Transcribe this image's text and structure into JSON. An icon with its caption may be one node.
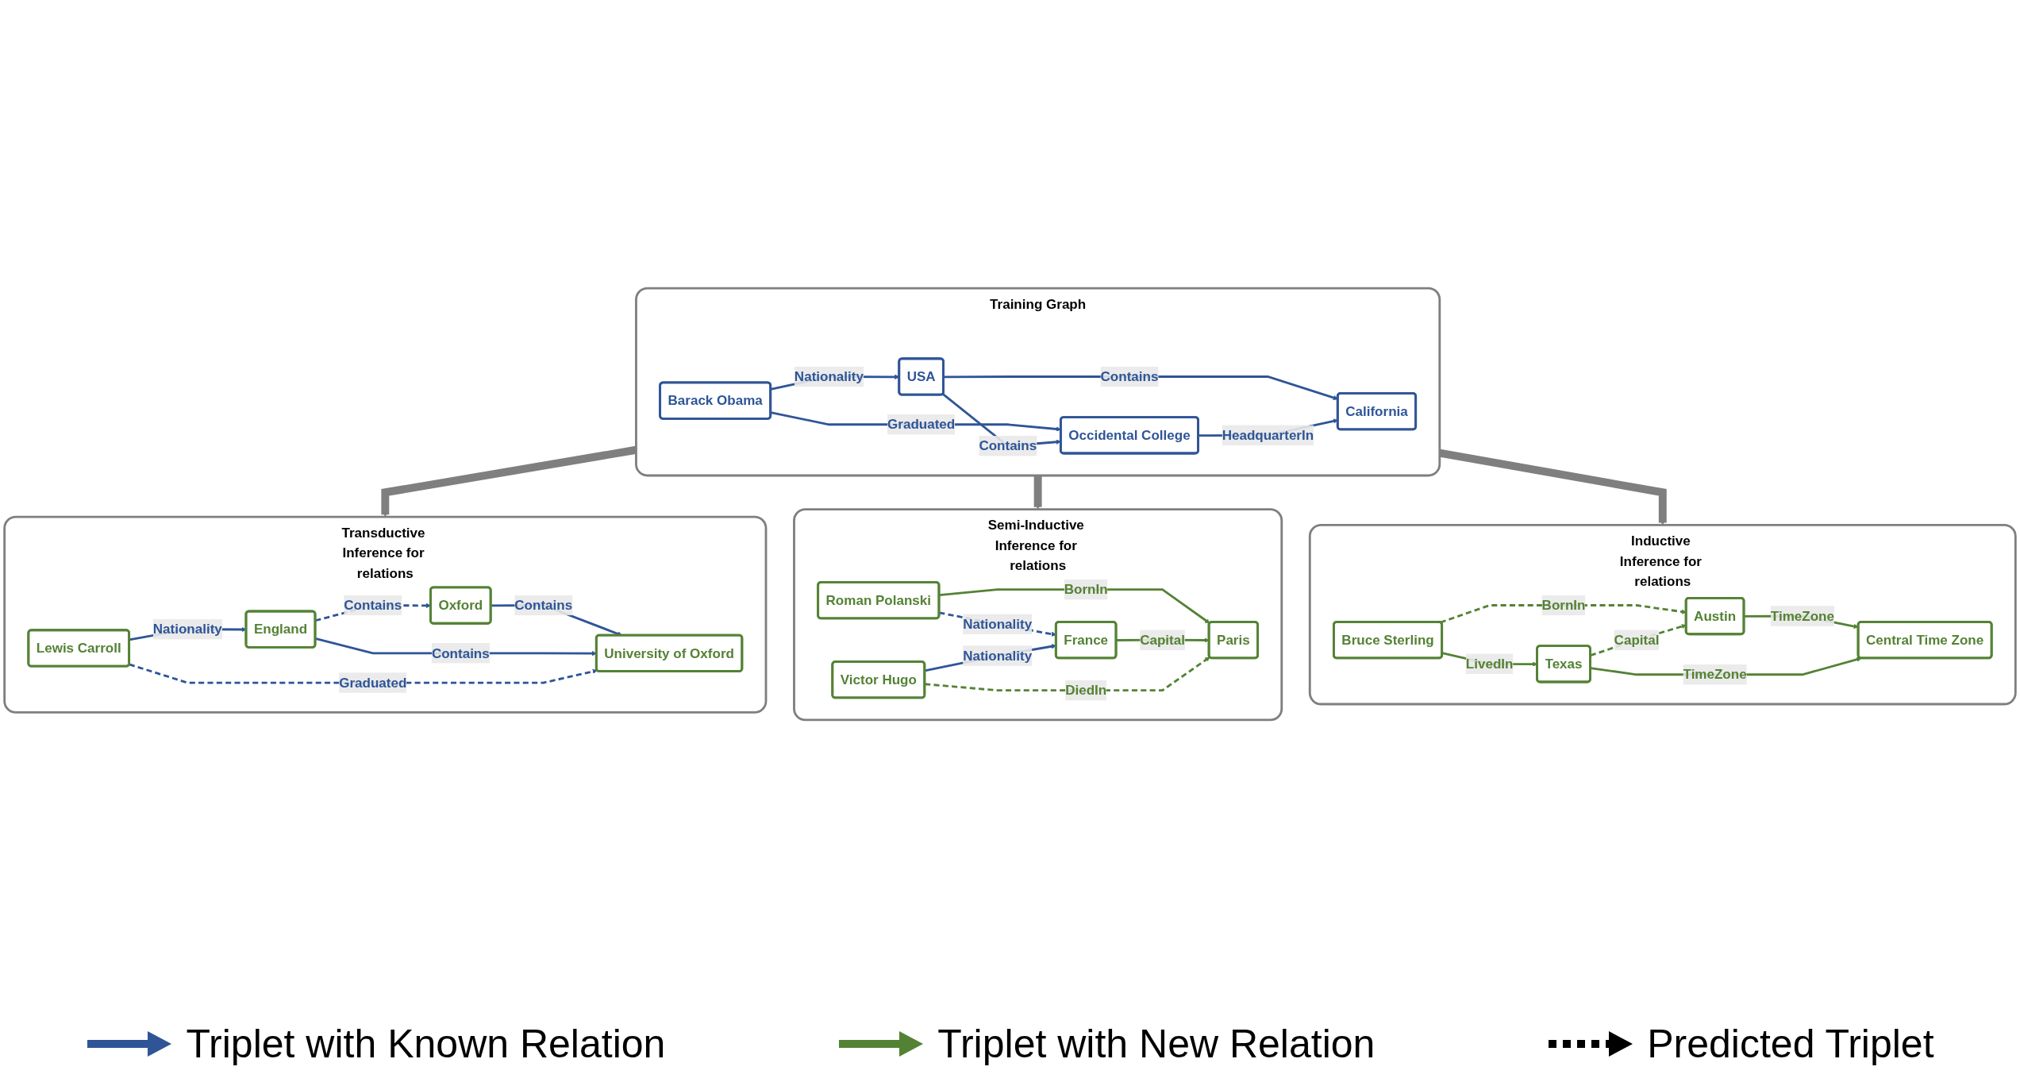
{
  "diagram": {
    "nodes": [
      {
        "text": [
          "Transductive Inference for relations"
        ]
      },
      {
        "text": [
          "University of Oxford"
        ],
        "in": 0
      },
      {
        "text": [
          "Oxford"
        ],
        "in": 0
      },
      {
        "text": [
          "Lewis Carroll"
        ],
        "in": 0
      },
      {
        "text": [
          "England"
        ],
        "in": 0
      },
      {
        "text": [
          "Training Graph"
        ]
      },
      {
        "text": [
          "Barack Obama"
        ],
        "in": 5
      },
      {
        "text": [
          "USA"
        ],
        "in": 5
      },
      {
        "text": [
          "Occidental College"
        ],
        "in": 5
      },
      {
        "text": [
          "California"
        ],
        "in": 5
      },
      {
        "text": [
          "Semi-Inductive Inference for relations"
        ]
      },
      {
        "text": [
          "Roman Polanski"
        ],
        "in": 10
      },
      {
        "text": [
          "France"
        ],
        "in": 10
      },
      {
        "text": [
          "Paris"
        ],
        "in": 10
      },
      {
        "text": [
          "Victor Hugo"
        ],
        "in": 10
      },
      {
        "text": [
          "Inductive Inference for relations"
        ]
      },
      {
        "text": [
          "Austin"
        ],
        "in": 15
      },
      {
        "text": [
          "Bruce Sterling"
        ],
        "in": 15
      },
      {
        "text": [
          "Central Time Zone"
        ],
        "in": 15
      },
      {
        "text": [
          "Texas"
        ],
        "in": 15
      }
    ],
    "edges": [
      {
        "from": 2,
        "to": 1,
        "arrow": "to",
        "label": "Contains"
      },
      {
        "from": 4,
        "to": 1,
        "arrow": "to",
        "label": "Contains"
      },
      {
        "from": 3,
        "to": 1,
        "arrow": "to",
        "label": "Graduated",
        "style": "dashed"
      },
      {
        "from": 4,
        "to": 2,
        "arrow": "to",
        "label": "Contains",
        "style": "dashed"
      },
      {
        "from": 3,
        "to": 4,
        "arrow": "to",
        "label": "Nationality"
      },
      {
        "from": 6,
        "to": 7,
        "arrow": "to",
        "label": "Nationality"
      },
      {
        "from": 6,
        "to": 8,
        "arrow": "to",
        "label": "Graduated"
      },
      {
        "from": 7,
        "to": 8,
        "arrow": "to",
        "label": "Contains"
      },
      {
        "from": 7,
        "to": 9,
        "arrow": "to",
        "label": "Contains"
      },
      {
        "from": 8,
        "to": 9,
        "arrow": "to",
        "label": "HeadquarterIn"
      },
      {
        "from": 11,
        "to": 12,
        "arrow": "to",
        "label": "Nationality",
        "style": "dashed"
      },
      {
        "from": 11,
        "to": 13,
        "arrow": "to",
        "label": "BornIn",
        "color": "#548235"
      },
      {
        "from": 12,
        "to": 13,
        "arrow": "to",
        "label": "Capital",
        "color": "#548235"
      },
      {
        "from": 14,
        "to": 12,
        "arrow": "to",
        "label": "Nationality"
      },
      {
        "from": 14,
        "to": 13,
        "arrow": "to",
        "label": "DiedIn",
        "style": "dashed",
        "color": "#548235"
      },
      {
        "from": 17,
        "to": 16,
        "arrow": "to",
        "label": "BornIn",
        "style": "dashed",
        "color": "#548235"
      },
      {
        "from": 16,
        "to": 18,
        "arrow": "to",
        "label": "TimeZone",
        "color": "#548235"
      },
      {
        "from": 17,
        "to": 19,
        "arrow": "to",
        "label": "LivedIn",
        "color": "#548235"
      },
      {
        "from": 19,
        "to": 16,
        "arrow": "to",
        "label": "Capital",
        "style": "dashed",
        "color": "#548235"
      },
      {
        "from": 19,
        "to": 18,
        "arrow": "to",
        "label": "TimeZone",
        "color": "#548235"
      },
      {
        "from": 5,
        "to": 0,
        "arrow": "to",
        "style": "thick",
        "color": "#7f7f7f"
      },
      {
        "from": 5,
        "to": 10,
        "arrow": "to",
        "style": "thick",
        "color": "#7f7f7f"
      },
      {
        "from": 5,
        "to": 15,
        "arrow": "to",
        "style": "thick",
        "color": "#7f7f7f"
      }
    ],
    "legend": [
      {
        "text": "Triplet with Known Relation"
      },
      {
        "text": "Triplet with New Relation"
      },
      {
        "text": "Predicted Triplet"
      }
    ]
  }
}
